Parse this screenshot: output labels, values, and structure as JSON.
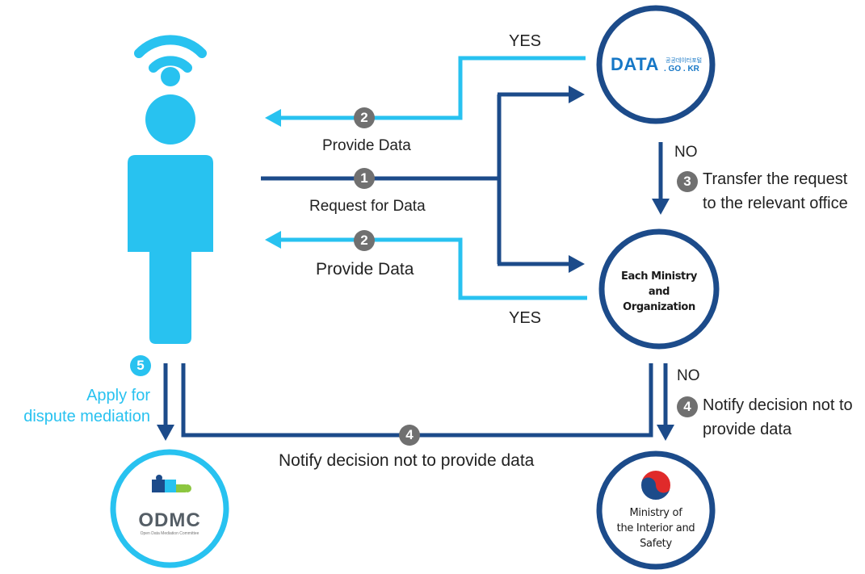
{
  "colors": {
    "dark_blue": "#1c4b8a",
    "light_blue": "#28c2f0",
    "gray_badge": "#707070",
    "text": "#222222"
  },
  "nodes": {
    "data_portal": {
      "logo_main": "DATA",
      "logo_korean": "공공데이터포털",
      "logo_sub": ". GO . KR"
    },
    "ministry": {
      "label": "Each Ministry and Organization",
      "lines": [
        "Each Ministry",
        "and",
        "Organization"
      ]
    },
    "odmc": {
      "logo_text": "ODMC",
      "sub_text": "Open Data Mediation Committee"
    },
    "mois": {
      "label": "Ministry of the Interior and Safety",
      "lines": [
        "Ministry of",
        "the Interior and",
        "Safety"
      ]
    }
  },
  "edges": {
    "yes_top": "YES",
    "yes_bottom": "YES",
    "no_top": "NO",
    "no_bottom": "NO",
    "provide_top": "Provide Data",
    "request": "Request for Data",
    "provide_bottom": "Provide Data",
    "transfer": {
      "text": "Transfer the request to the relevant office",
      "lines": [
        "Transfer the request",
        "to the relevant office"
      ]
    },
    "notify_right": {
      "text": "Notify decision not to provide data",
      "lines": [
        "Notify decision not to",
        "provide data"
      ]
    },
    "notify_bottom": "Notify decision not to provide data",
    "dispute": {
      "text": "Apply for dispute mediation",
      "lines": [
        "Apply for",
        "dispute mediation"
      ]
    }
  },
  "steps": {
    "provide_top": "2",
    "request": "1",
    "provide_bottom": "2",
    "transfer": "3",
    "notify_right": "4",
    "notify_bottom": "4",
    "dispute": "5"
  },
  "icons": {
    "user": "person-icon",
    "signal": "wifi-icon",
    "mois_emblem": "taegeuk-emblem-icon",
    "odmc_emblem": "puzzle-emblem-icon"
  }
}
